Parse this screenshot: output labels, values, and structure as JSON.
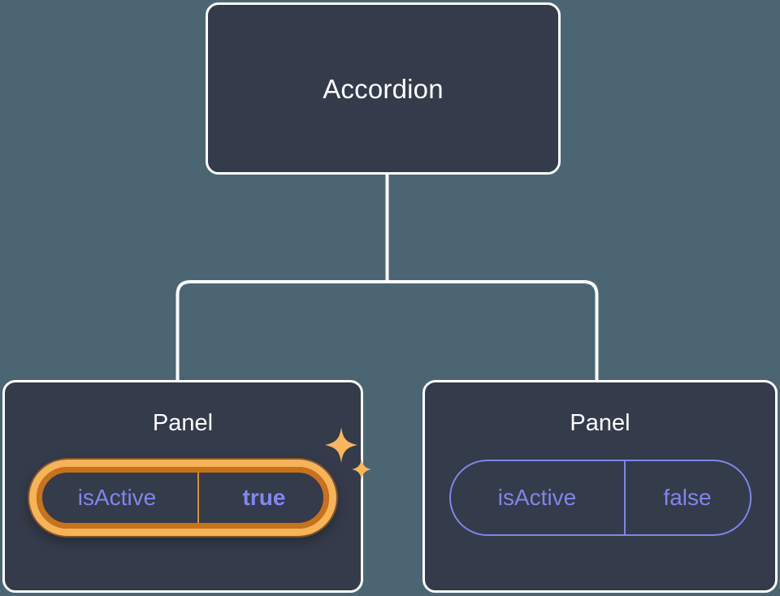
{
  "theme": {
    "background": "#4b6672",
    "card_fill": "#343b4a",
    "card_border": "#ffffff",
    "connector": "#ffffff",
    "prop_purple": "#8086e8",
    "value_purple_bold": "#8287f0",
    "highlight_amber_inner": "#f7b357",
    "highlight_amber_outer": "#c8721b",
    "sparkle": "#f9b65c"
  },
  "tree": {
    "root": {
      "title": "Accordion"
    },
    "children": [
      {
        "title": "Panel",
        "highlighted": true,
        "prop": {
          "name": "isActive",
          "value": "true"
        }
      },
      {
        "title": "Panel",
        "highlighted": false,
        "prop": {
          "name": "isActive",
          "value": "false"
        }
      }
    ]
  },
  "icons": {
    "sparkle_large": "sparkle-icon",
    "sparkle_small": "sparkle-small-icon"
  }
}
